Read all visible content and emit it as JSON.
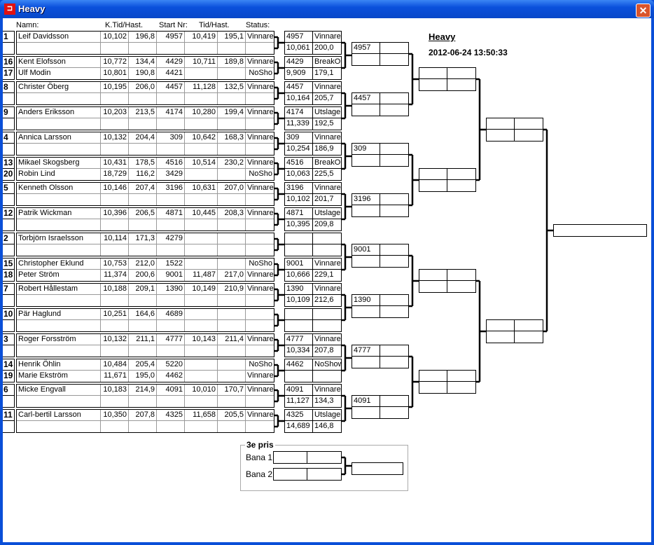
{
  "window": {
    "title": "Heavy",
    "close": "✕"
  },
  "header": {
    "name": "Namn:",
    "ktid": "K.Tid/Hast.",
    "startnr": "Start Nr:",
    "tid": "Tid/Hast.",
    "status": "Status:"
  },
  "competition": {
    "title": "Heavy",
    "datetime": "2012-06-24 13:50:33"
  },
  "groups": [
    {
      "rows": [
        {
          "seed": "1",
          "name": "Leif Davidsson",
          "ktid": "10,102",
          "khast": "196,8",
          "startnr": "4957",
          "tid": "10,419",
          "hast": "195,1",
          "status": "Vinnare"
        },
        {}
      ],
      "r1": [
        [
          "4957",
          "Vinnare"
        ],
        [
          "10,061",
          "200,0"
        ]
      ]
    },
    {
      "rows": [
        {
          "seed": "16",
          "name": "Kent Elofsson",
          "ktid": "10,772",
          "khast": "134,4",
          "startnr": "4429",
          "tid": "10,711",
          "hast": "189,8",
          "status": "Vinnare"
        },
        {
          "seed": "17",
          "name": "Ulf Modin",
          "ktid": "10,801",
          "khast": "190,8",
          "startnr": "4421",
          "status": "NoSho"
        }
      ],
      "r1": [
        [
          "4429",
          "BreakOu"
        ],
        [
          "9,909",
          "179,1"
        ]
      ]
    },
    {
      "rows": [
        {
          "seed": "8",
          "name": "Christer Öberg",
          "ktid": "10,195",
          "khast": "206,0",
          "startnr": "4457",
          "tid": "11,128",
          "hast": "132,5",
          "status": "Vinnare"
        },
        {}
      ],
      "r1": [
        [
          "4457",
          "Vinnare"
        ],
        [
          "10,164",
          "205,7"
        ]
      ]
    },
    {
      "rows": [
        {
          "seed": "9",
          "name": "Anders Eriksson",
          "ktid": "10,203",
          "khast": "213,5",
          "startnr": "4174",
          "tid": "10,280",
          "hast": "199,4",
          "status": "Vinnare"
        },
        {}
      ],
      "r1": [
        [
          "4174",
          "Utslager"
        ],
        [
          "11,339",
          "192,5"
        ]
      ]
    },
    {
      "rows": [
        {
          "seed": "4",
          "name": "Annica Larsson",
          "ktid": "10,132",
          "khast": "204,4",
          "startnr": "309",
          "tid": "10,642",
          "hast": "168,3",
          "status": "Vinnare"
        },
        {}
      ],
      "r1": [
        [
          "309",
          "Vinnare"
        ],
        [
          "10,254",
          "186,9"
        ]
      ]
    },
    {
      "rows": [
        {
          "seed": "13",
          "name": "Mikael Skogsberg",
          "ktid": "10,431",
          "khast": "178,5",
          "startnr": "4516",
          "tid": "10,514",
          "hast": "230,2",
          "status": "Vinnare"
        },
        {
          "seed": "20",
          "name": "Robin Lind",
          "ktid": "18,729",
          "khast": "116,2",
          "startnr": "3429",
          "status": "NoSho"
        }
      ],
      "r1": [
        [
          "4516",
          "BreakOu"
        ],
        [
          "10,063",
          "225,5"
        ]
      ]
    },
    {
      "rows": [
        {
          "seed": "5",
          "name": "Kenneth Olsson",
          "ktid": "10,146",
          "khast": "207,4",
          "startnr": "3196",
          "tid": "10,631",
          "hast": "207,0",
          "status": "Vinnare"
        },
        {}
      ],
      "r1": [
        [
          "3196",
          "Vinnare"
        ],
        [
          "10,102",
          "201,7"
        ]
      ]
    },
    {
      "rows": [
        {
          "seed": "12",
          "name": "Patrik Wickman",
          "ktid": "10,396",
          "khast": "206,5",
          "startnr": "4871",
          "tid": "10,445",
          "hast": "208,3",
          "status": "Vinnare"
        },
        {}
      ],
      "r1": [
        [
          "4871",
          "Utslager"
        ],
        [
          "10,395",
          "209,8"
        ]
      ]
    },
    {
      "rows": [
        {
          "seed": "2",
          "name": "Torbjörn Israelsson",
          "ktid": "10,114",
          "khast": "171,3",
          "startnr": "4279"
        },
        {}
      ],
      "r1": [
        [
          "",
          ""
        ],
        [
          "",
          ""
        ]
      ]
    },
    {
      "rows": [
        {
          "seed": "15",
          "name": "Christopher Eklund",
          "ktid": "10,753",
          "khast": "212,0",
          "startnr": "1522",
          "status": "NoSho"
        },
        {
          "seed": "18",
          "name": "Peter Ström",
          "ktid": "11,374",
          "khast": "200,6",
          "startnr": "9001",
          "tid": "11,487",
          "hast": "217,0",
          "status": "Vinnare"
        }
      ],
      "r1": [
        [
          "9001",
          "Vinnare"
        ],
        [
          "10,666",
          "229,1"
        ]
      ]
    },
    {
      "rows": [
        {
          "seed": "7",
          "name": "Robert Hållestam",
          "ktid": "10,188",
          "khast": "209,1",
          "startnr": "1390",
          "tid": "10,149",
          "hast": "210,9",
          "status": "Vinnare"
        },
        {}
      ],
      "r1": [
        [
          "1390",
          "Vinnare"
        ],
        [
          "10,109",
          "212,6"
        ]
      ]
    },
    {
      "rows": [
        {
          "seed": "10",
          "name": "Pär Haglund",
          "ktid": "10,251",
          "khast": "164,6",
          "startnr": "4689"
        },
        {}
      ],
      "r1": [
        [
          "",
          ""
        ],
        [
          "",
          ""
        ]
      ]
    },
    {
      "rows": [
        {
          "seed": "3",
          "name": "Roger Forsström",
          "ktid": "10,132",
          "khast": "211,1",
          "startnr": "4777",
          "tid": "10,143",
          "hast": "211,4",
          "status": "Vinnare"
        },
        {}
      ],
      "r1": [
        [
          "4777",
          "Vinnare"
        ],
        [
          "10,334",
          "207,8"
        ]
      ]
    },
    {
      "rows": [
        {
          "seed": "14",
          "name": "Henrik Öhlin",
          "ktid": "10,484",
          "khast": "205,4",
          "startnr": "5220",
          "status": "NoSho"
        },
        {
          "seed": "19",
          "name": "Marie Ekström",
          "ktid": "11,671",
          "khast": "195,0",
          "startnr": "4462",
          "status": "Vinnare"
        }
      ],
      "r1": [
        [
          "4462",
          "NoShow"
        ],
        [
          "",
          ""
        ]
      ]
    },
    {
      "rows": [
        {
          "seed": "6",
          "name": "Micke Engvall",
          "ktid": "10,183",
          "khast": "214,9",
          "startnr": "4091",
          "tid": "10,010",
          "hast": "170,7",
          "status": "Vinnare"
        },
        {}
      ],
      "r1": [
        [
          "4091",
          "Vinnare"
        ],
        [
          "11,127",
          "134,3"
        ]
      ]
    },
    {
      "rows": [
        {
          "seed": "11",
          "name": "Carl-bertil Larsson",
          "ktid": "10,350",
          "khast": "207,8",
          "startnr": "4325",
          "tid": "11,658",
          "hast": "205,5",
          "status": "Vinnare"
        },
        {}
      ],
      "r1": [
        [
          "4325",
          "Utslager"
        ],
        [
          "14,689",
          "146,8"
        ]
      ]
    }
  ],
  "r2": [
    "4957",
    "4457",
    "309",
    "3196",
    "9001",
    "1390",
    "4777",
    "4091"
  ],
  "r3": [
    "",
    "",
    "",
    ""
  ],
  "r4": [
    "",
    ""
  ],
  "final": "",
  "third_place": {
    "label": "3e pris",
    "lane1": "Bana 1",
    "lane2": "Bana 2"
  }
}
